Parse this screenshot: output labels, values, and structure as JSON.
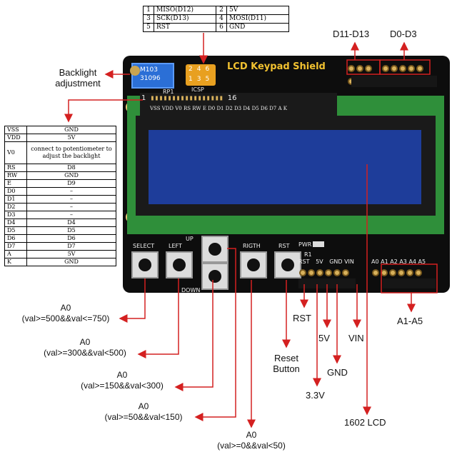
{
  "icsp_table": [
    [
      "1",
      "MISO(D12)",
      "2",
      "5V"
    ],
    [
      "3",
      "SCK(D13)",
      "4",
      "MOSI(D11)"
    ],
    [
      "5",
      "RST",
      "6",
      "GND"
    ]
  ],
  "lcd_pin_table": [
    [
      "VSS",
      "GND"
    ],
    [
      "VDD",
      "5V"
    ],
    [
      "V0",
      "connect to potentiometer to adjust the backlight"
    ],
    [
      "RS",
      "D8"
    ],
    [
      "RW",
      "GND"
    ],
    [
      "E",
      "D9"
    ],
    [
      "D0",
      "–"
    ],
    [
      "D1",
      "–"
    ],
    [
      "D2",
      "–"
    ],
    [
      "D3",
      "–"
    ],
    [
      "D4",
      "D4"
    ],
    [
      "D5",
      "D5"
    ],
    [
      "D6",
      "D6"
    ],
    [
      "D7",
      "D7"
    ],
    [
      "A",
      "5V"
    ],
    [
      "K",
      "GND"
    ]
  ],
  "board": {
    "title": "LCD Keypad Shield",
    "pot_line1": "M103",
    "pot_line2": "31096",
    "rp1": "RP1",
    "icsp": "ICSP",
    "icsp_nums": [
      "2",
      "4",
      "6",
      "1",
      "3",
      "5"
    ],
    "lcd_first": "1",
    "lcd_last": "16",
    "lcd_pin_names": "VSS VDD V0 RS RW E D0 D1 D2 D3 D4 D5 D6 D7 A K",
    "buttons": {
      "select": "SELECT",
      "left": "LEFT",
      "up": "UP",
      "down": "DOWN",
      "right": "RIGTH",
      "rst": "RST"
    },
    "pwr": "PWR",
    "r1": "R1",
    "power_pins": [
      "RST",
      "5V",
      "GND",
      "VIN"
    ],
    "analog_pins": [
      "A0",
      "A1",
      "A2",
      "A3",
      "A4",
      "A5"
    ]
  },
  "labels": {
    "backlight": "Backlight adjustment",
    "d11_d13": "D11-D13",
    "d0_d3": "D0-D3",
    "a0_select": [
      "A0",
      "(val>=500&&val<=750)"
    ],
    "a0_left": [
      "A0",
      "(val>=300&&val<500)"
    ],
    "a0_down": [
      "A0",
      "(val>=150&&val<300)"
    ],
    "a0_up": [
      "A0",
      "(val>=50&&val<150)"
    ],
    "a0_right": [
      "A0",
      "(val>=0&&val<50)"
    ],
    "rst": "RST",
    "v5": "5V",
    "vin": "VIN",
    "reset_button": "Reset Button",
    "gnd": "GND",
    "v33": "3.3V",
    "lcd1602": "1602 LCD",
    "a1_a5": "A1-A5"
  },
  "colors": {
    "arrow": "#d42020",
    "pcb": "#0d0d0d",
    "lcd": "#1e3d9a",
    "gold": "#c9a451"
  }
}
